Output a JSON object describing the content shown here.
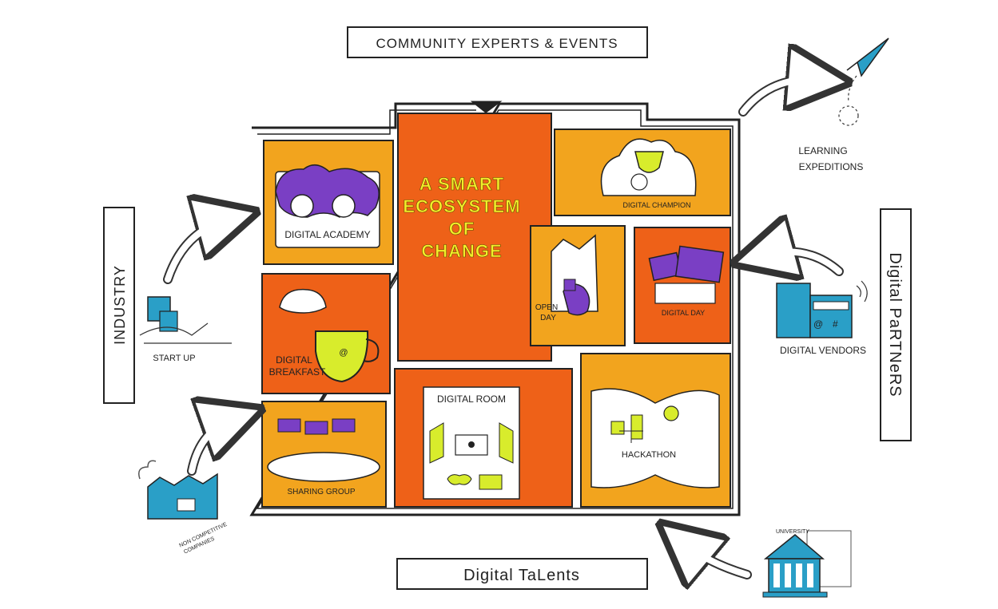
{
  "top_banner": "COMMUNITY EXPERTS & EVENTS",
  "bottom_banner": "Digital TaLents",
  "left_banner": "INDUSTRY",
  "right_banner": "Digital PaRTNeRS",
  "center_title": [
    "A SMART",
    "ECOSYSTEM",
    "OF",
    "CHANGE"
  ],
  "rooms": {
    "digital_academy": "DIGITAL ACADEMY",
    "digital_champion": "DIGITAL CHAMPION",
    "digital_breakfast_line1": "DIGITAL",
    "digital_breakfast_line2": "BREAKFAST",
    "open_day_line1": "OPEN",
    "open_day_line2": "DAY",
    "digital_day": "DIGITAL DAY",
    "sharing_group": "SHARING GROUP",
    "digital_room": "DIGITAL ROOM",
    "hackathon": "HACKATHON"
  },
  "outside": {
    "start_up": "START UP",
    "non_competitive_line1": "NON COMPETITIVE",
    "non_competitive_line2": "COMPANIES",
    "learning_line1": "LEARNING",
    "learning_line2": "EXPEDITIONS",
    "digital_vendors": "DIGITAL VENDORS",
    "university": "UNIVERSITY"
  },
  "colors": {
    "orange": "#ee6118",
    "amber": "#f2a41e",
    "yellow_title": "#f2ef2a",
    "purple": "#7a3fc4",
    "lime": "#d8ec2c",
    "teal": "#2a9fc7"
  }
}
